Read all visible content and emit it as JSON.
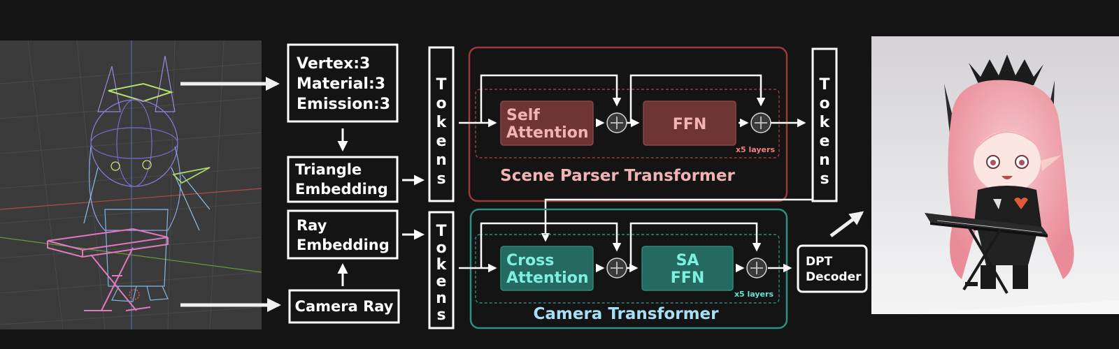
{
  "input_box": {
    "vertex": "Vertex:3",
    "material": "Material:3",
    "emission": "Emission:3"
  },
  "triangle_embedding": {
    "line1": "Triangle",
    "line2": "Embedding"
  },
  "ray_embedding": {
    "line1": "Ray",
    "line2": "Embedding"
  },
  "camera_ray": "Camera Ray",
  "tokens_label": [
    "T",
    "o",
    "k",
    "e",
    "n",
    "s"
  ],
  "scene_parser": {
    "title": "Scene Parser Transformer",
    "attention": {
      "line1": "Self",
      "line2": "Attention"
    },
    "ffn": "FFN",
    "layers": "x5 layers"
  },
  "camera_transformer": {
    "title": "Camera Transformer",
    "attention": {
      "line1": "Cross",
      "line2": "Attention"
    },
    "ffn": {
      "line1": "SA",
      "line2": "FFN"
    },
    "layers": "x5 layers"
  },
  "decoder": {
    "line1": "DPT",
    "line2": "Decoder"
  },
  "colors": {
    "background": "#141414",
    "white": "#ffffff",
    "scene_border": "#9b3a3a",
    "scene_block": "#6e3535",
    "scene_text": "#f1b3b3",
    "camera_border": "#2f8f82",
    "camera_block": "#256a60",
    "camera_text": "#7ff0e0",
    "camera_title": "#a7dff7"
  }
}
